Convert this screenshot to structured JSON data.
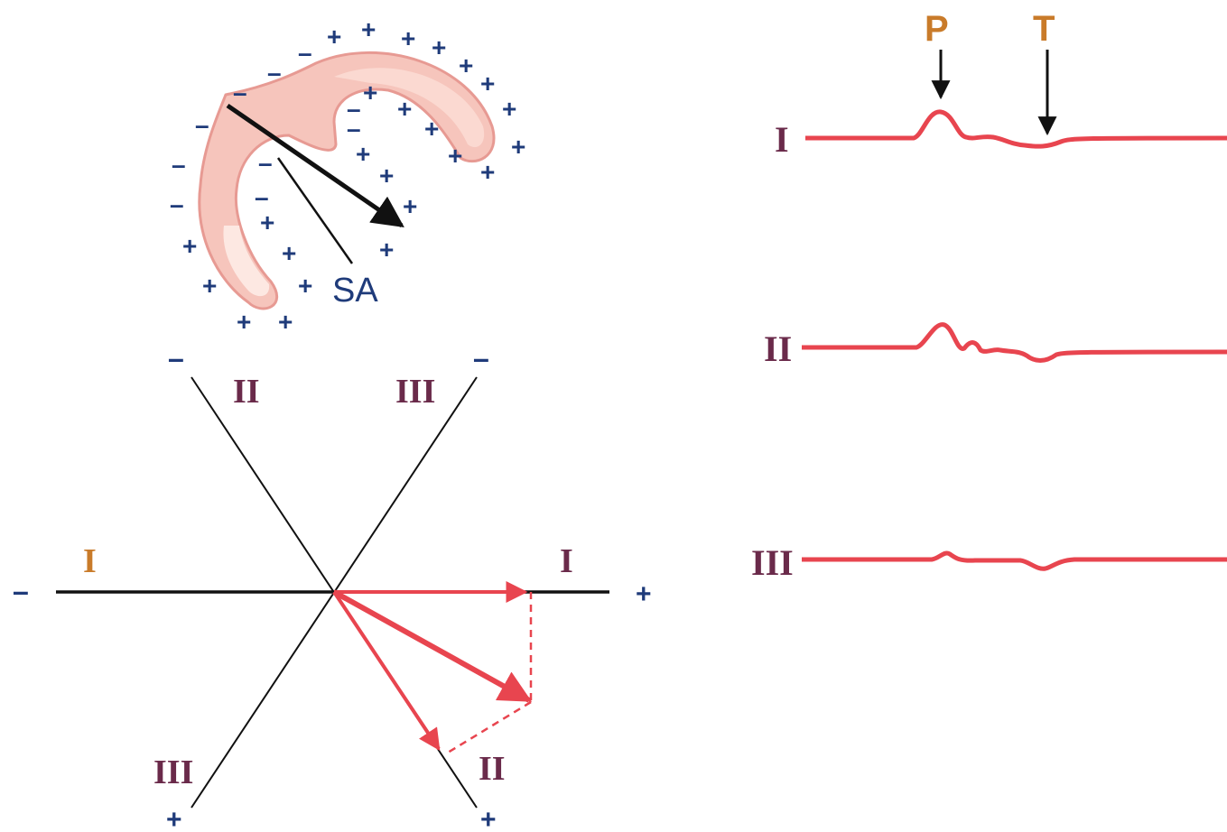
{
  "colors": {
    "trace": "#e8454f",
    "vector": "#e8454f",
    "atrium_fill": "#f6c5bc",
    "atrium_outline": "#e79a93",
    "axis": "#111111",
    "sign": "#1f3b7a",
    "lead_label": "#6a2a4a"
  },
  "heart": {
    "sa_label": "SA",
    "plus_sign": "+",
    "minus_sign": "–"
  },
  "waves": {
    "p_label": "P",
    "t_label": "T"
  },
  "traces": [
    {
      "lead": "I"
    },
    {
      "lead": "II"
    },
    {
      "lead": "III"
    }
  ],
  "axes": {
    "lead_I_left": "I",
    "lead_I_right": "I",
    "lead_II_top": "II",
    "lead_II_bottom": "II",
    "lead_III_top": "III",
    "lead_III_bottom": "III",
    "plus": "+",
    "minus": "–"
  }
}
